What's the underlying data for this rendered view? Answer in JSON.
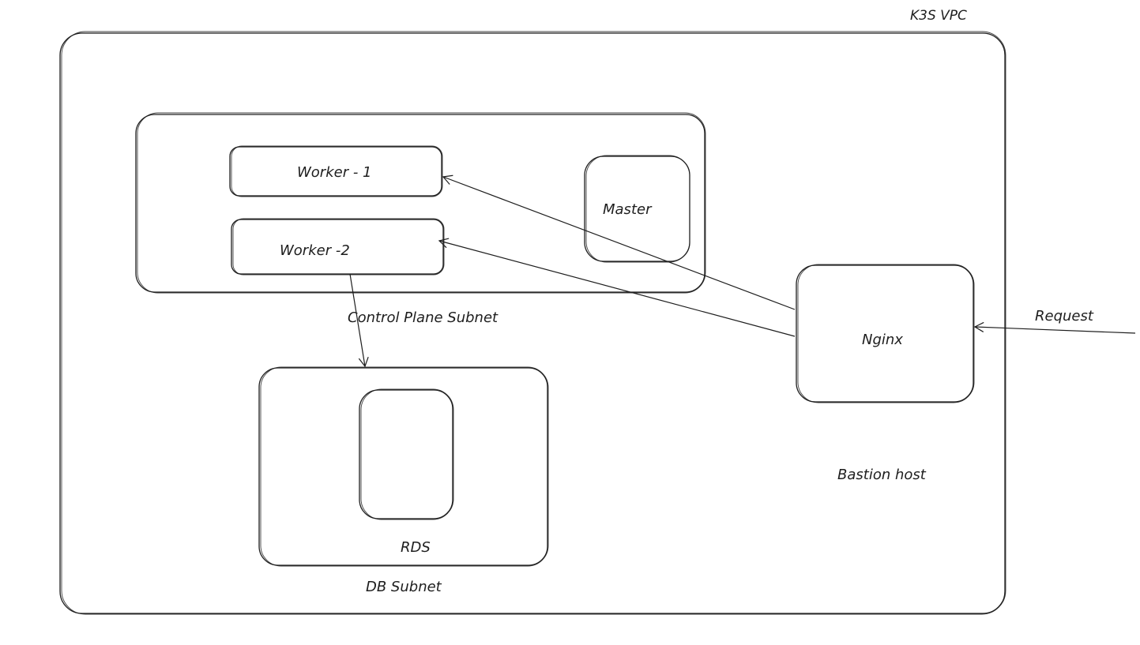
{
  "vpc": {
    "label": "K3S VPC"
  },
  "control_plane_subnet": {
    "label": "Control Plane Subnet",
    "nodes": {
      "worker1": "Worker - 1",
      "worker2": "Worker -2",
      "master": "Master"
    }
  },
  "db_subnet": {
    "label": "DB Subnet",
    "rds": "RDS"
  },
  "bastion": {
    "label": "Bastion host",
    "nginx": "Nginx"
  },
  "request": {
    "label": "Request"
  }
}
